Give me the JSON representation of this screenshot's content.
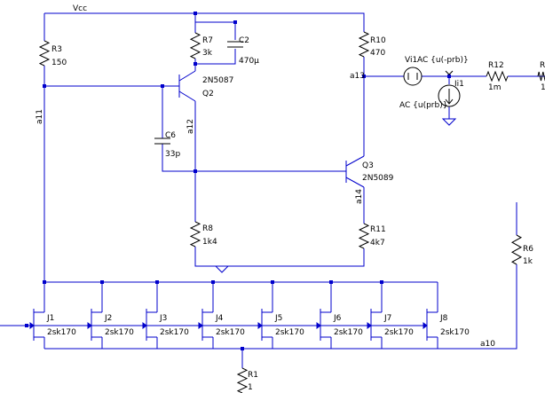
{
  "colors": {
    "wire": "#0000cc",
    "text": "#000000",
    "background": "#ffffff"
  },
  "net_labels": {
    "vcc": "Vcc",
    "a11": "a11",
    "a12": "a12",
    "a13": "a13",
    "a14": "a14",
    "a10": "a10"
  },
  "resistors": {
    "r3": {
      "ref": "R3",
      "value": "150"
    },
    "r7": {
      "ref": "R7",
      "value": "3k"
    },
    "r10": {
      "ref": "R10",
      "value": "470"
    },
    "r12": {
      "ref": "R12",
      "value": "1m"
    },
    "r12b": {
      "ref": "R",
      "value": "1"
    },
    "r8": {
      "ref": "R8",
      "value": "1k4"
    },
    "r11": {
      "ref": "R11",
      "value": "4k7"
    },
    "r6": {
      "ref": "R6",
      "value": "1k"
    },
    "r1": {
      "ref": "R1",
      "value": "1"
    }
  },
  "capacitors": {
    "c2": {
      "ref": "C2",
      "value": "470µ"
    },
    "c6": {
      "ref": "C6",
      "value": "33p"
    }
  },
  "transistors": {
    "q2": {
      "ref": "Q2",
      "model": "2N5087"
    },
    "q3": {
      "ref": "Q3",
      "model": "2N5089"
    }
  },
  "sources": {
    "vi1": {
      "ref": "Vi1",
      "value": "AC {u(-prb)}"
    },
    "ii1": {
      "ref": "Ii1",
      "value": "AC {u(prb)}"
    }
  },
  "jfets": [
    {
      "ref": "J1",
      "model": "2sk170"
    },
    {
      "ref": "J2",
      "model": "2sk170"
    },
    {
      "ref": "J3",
      "model": "2sk170"
    },
    {
      "ref": "J4",
      "model": "2sk170"
    },
    {
      "ref": "J5",
      "model": "2sk170"
    },
    {
      "ref": "J6",
      "model": "2sk170"
    },
    {
      "ref": "J7",
      "model": "2sk170"
    },
    {
      "ref": "J8",
      "model": "2sk170"
    }
  ]
}
